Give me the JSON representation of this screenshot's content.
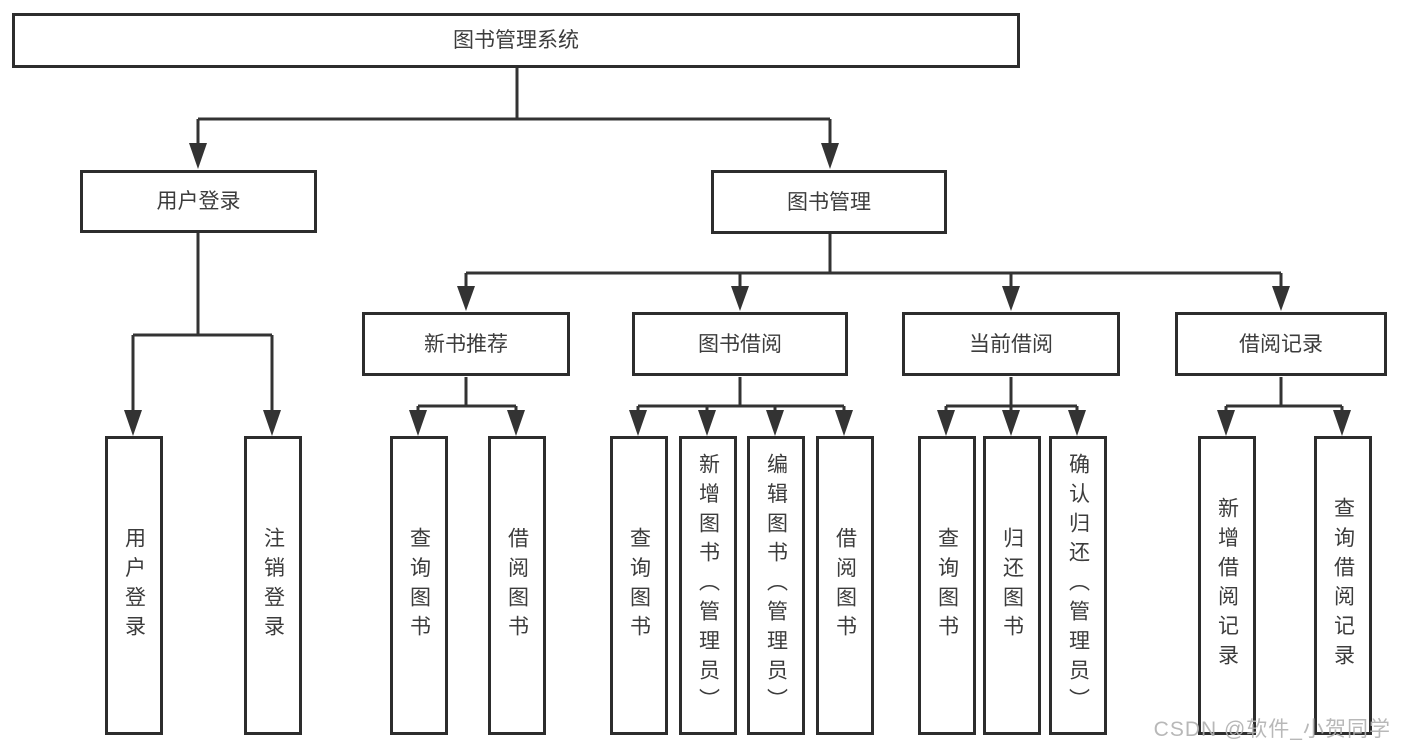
{
  "colors": {
    "line": "#333333",
    "box_border": "#2d2d2d",
    "box_background": "#ffffff",
    "text": "#3c3c3c",
    "watermark": "#b2b2b2",
    "page_background": "#ffffff"
  },
  "tree": {
    "label": "图书管理系统",
    "children": [
      {
        "label": "用户登录",
        "children": [
          {
            "label": "用户登录"
          },
          {
            "label": "注销登录"
          }
        ]
      },
      {
        "label": "图书管理",
        "children": [
          {
            "label": "新书推荐",
            "children": [
              {
                "label": "查询图书"
              },
              {
                "label": "借阅图书"
              }
            ]
          },
          {
            "label": "图书借阅",
            "children": [
              {
                "label": "查询图书"
              },
              {
                "label": "新增图书（管理员）"
              },
              {
                "label": "编辑图书（管理员）"
              },
              {
                "label": "借阅图书"
              }
            ]
          },
          {
            "label": "当前借阅",
            "children": [
              {
                "label": "查询图书"
              },
              {
                "label": "归还图书"
              },
              {
                "label": "确认归还（管理员）"
              }
            ]
          },
          {
            "label": "借阅记录",
            "children": [
              {
                "label": "新增借阅记录"
              },
              {
                "label": "查询借阅记录"
              }
            ]
          }
        ]
      }
    ]
  },
  "watermark": {
    "text": "CSDN @软件_小贺同学"
  }
}
